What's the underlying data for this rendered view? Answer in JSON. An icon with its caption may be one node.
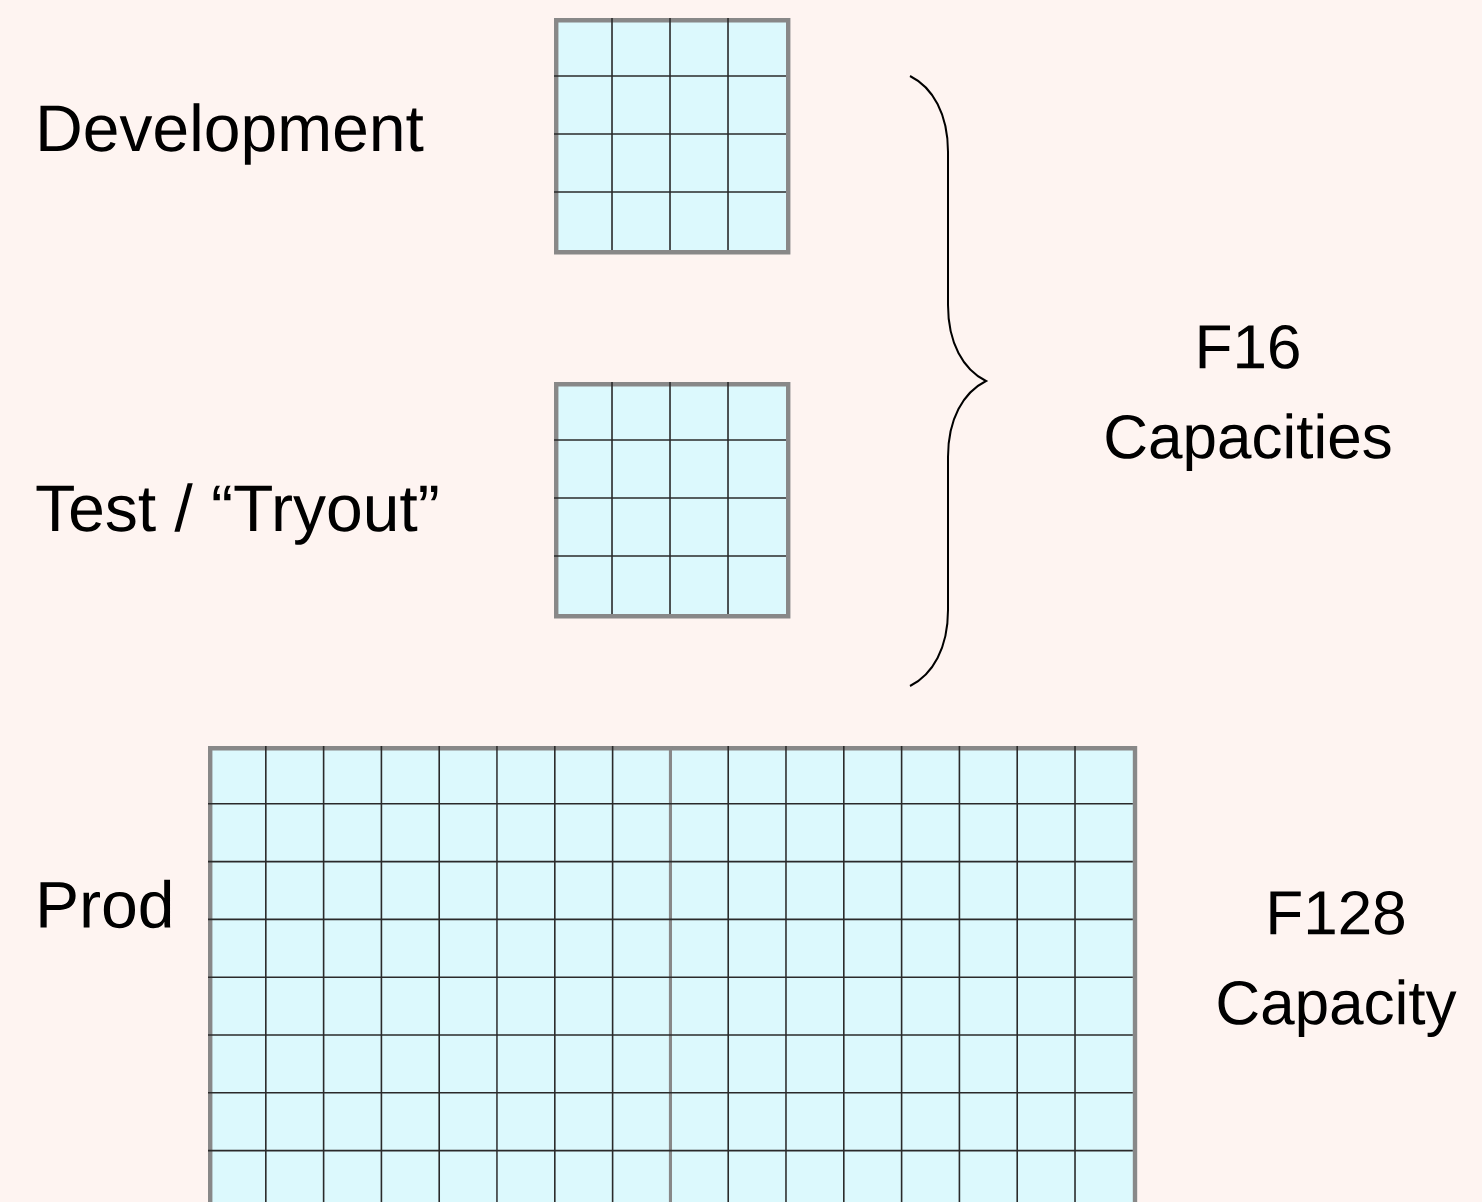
{
  "diagram": {
    "nodes": [
      {
        "text": [],
        "shape": "box",
        "beside": [
          "Development"
        ]
      },
      {
        "text": [],
        "shape": "box",
        "beside": [
          "Test / “Tryout”"
        ]
      },
      {
        "text": [],
        "shape": "box",
        "beside": [
          "Prod"
        ]
      }
    ],
    "labels": [
      "F16 Capacities",
      "F128 Capacity"
    ]
  }
}
